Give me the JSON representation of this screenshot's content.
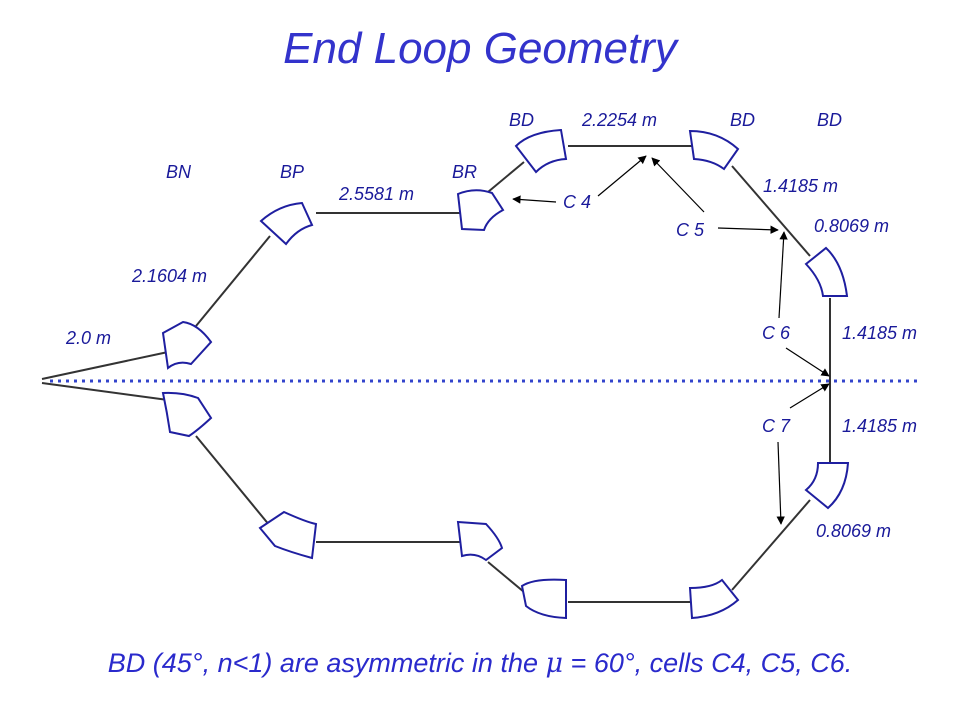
{
  "title": "End Loop Geometry",
  "caption": {
    "prefix": "BD (45°, n<1) are asymmetric in the ",
    "mu": "μ",
    "suffix": " = 60°, cells C4, C5, C6."
  },
  "magnet_labels": {
    "bn": "BN",
    "bp": "BP",
    "br": "BR",
    "bd_1": "BD",
    "bd_2": "BD",
    "bd_3": "BD"
  },
  "distances": {
    "d_2_0": "2.0 m",
    "d_2_1604": "2.1604 m",
    "d_2_5581": "2.5581 m",
    "d_2_2254": "2.2254 m",
    "d_1_4185_top": "1.4185 m",
    "d_0_8069_top": "0.8069 m",
    "d_1_4185_mid_upper": "1.4185 m",
    "d_1_4185_mid_lower": "1.4185 m",
    "d_0_8069_bottom": "0.8069 m"
  },
  "cells": {
    "c4": "C 4",
    "c5": "C 5",
    "c6": "C 6",
    "c7": "C 7"
  },
  "colors": {
    "title": "#3333cc",
    "labels": "#1a1a9a",
    "magnet_stroke": "#1f1fa0",
    "drift": "#333333",
    "axis": "#3344cc"
  }
}
